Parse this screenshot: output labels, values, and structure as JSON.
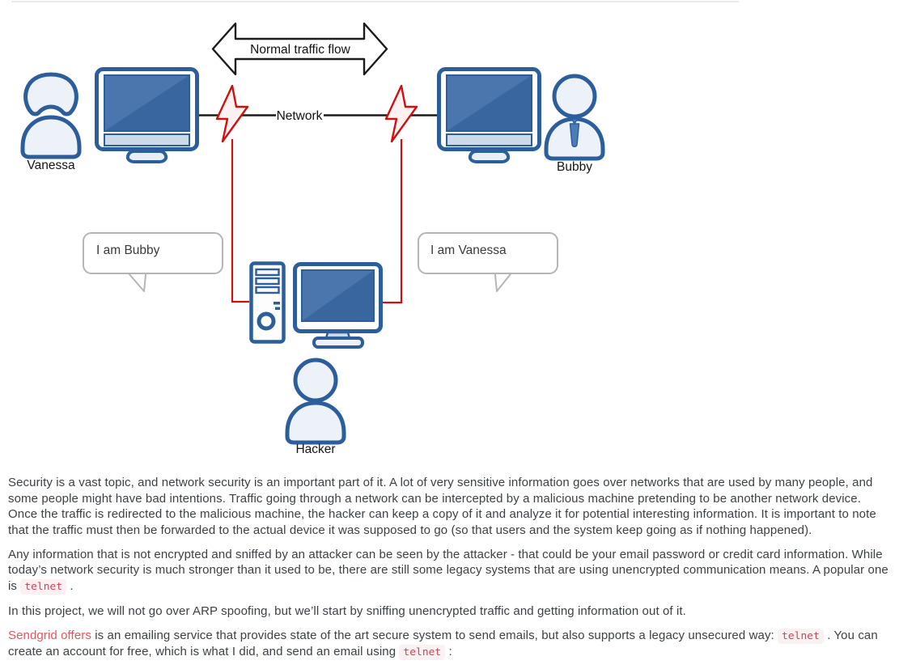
{
  "page": {
    "top_divider_color": "#ece9e9",
    "background": "#ffffff"
  },
  "diagram": {
    "arrow_label": "Normal traffic flow",
    "network_label": "Network",
    "left_user": "Vanessa",
    "right_user": "Bubby",
    "hacker_label": "Hacker",
    "left_bubble": "I am Bubby",
    "right_bubble": "I am Vanessa",
    "colors": {
      "device_blue": "#2d5e9c",
      "screen_blue": "#3a669f",
      "screen_highlight": "#4a76ad",
      "attack_red": "#cc1111",
      "bubble_border": "#b5b5b5",
      "line_black": "#1b1b1b"
    }
  },
  "article": {
    "text_color": "#3c4146",
    "link_color": "#e4535f",
    "code_color": "#d23f57",
    "code_bg": "#fbf1f2",
    "paragraphs": [
      {
        "segments": [
          {
            "type": "text",
            "text": "Security is a vast topic, and network security is an important part of it. A lot of very sensitive information goes over networks that are used by many people, and some people might have bad intentions. Traffic going through a network can be intercepted by a malicious machine pretending to be another network device. Once the traffic is redirected to the malicious machine, the hacker can keep a copy of it and analyze it for potential interesting information. It is important to note that the traffic must then be forwarded to the actual device it was supposed to go (so that users and the system keep going as if nothing happened)."
          }
        ]
      },
      {
        "segments": [
          {
            "type": "text",
            "text": "Any information that is not encrypted and sniffed by an attacker can be seen by the attacker - that could be your email password or credit card information. While today’s network security is much stronger than it used to be, there are still some legacy systems that are using unencrypted communication means. A popular one is "
          },
          {
            "type": "code",
            "text": "telnet"
          },
          {
            "type": "text",
            "text": " ."
          }
        ]
      },
      {
        "segments": [
          {
            "type": "text",
            "text": "In this project, we will not go over ARP spoofing, but we’ll start by sniffing unencrypted traffic and getting information out of it."
          }
        ]
      },
      {
        "segments": [
          {
            "type": "link",
            "text": "Sendgrid offers"
          },
          {
            "type": "text",
            "text": " is an emailing service that provides state of the art secure system to send emails, but also supports a legacy unsecured way: "
          },
          {
            "type": "code",
            "text": "telnet"
          },
          {
            "type": "text",
            "text": " . You can create an account for free, which is what I did, and send an email using "
          },
          {
            "type": "code",
            "text": "telnet"
          },
          {
            "type": "text",
            "text": " :"
          }
        ]
      }
    ]
  }
}
